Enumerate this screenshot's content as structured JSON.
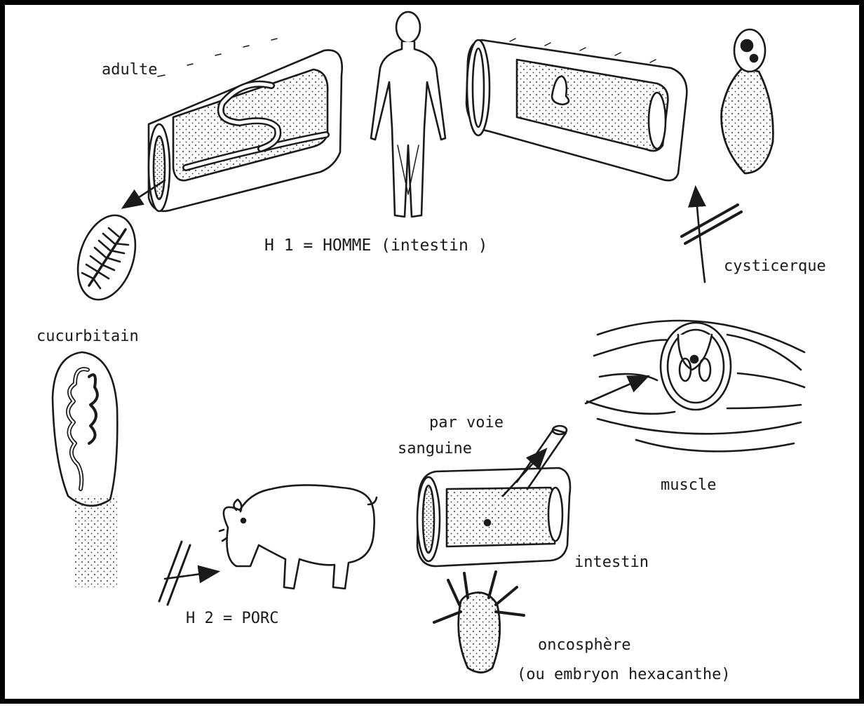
{
  "labels": {
    "adult": "adulte",
    "host1": "H 1 = HOMME (intestin )",
    "cysticercus": "cysticerque",
    "proglottid": "cucurbitain",
    "muscle": "muscle",
    "blood_route_1": "par voie",
    "blood_route_2": "sanguine",
    "intestine": "intestin",
    "host2": "H 2 = PORC",
    "oncosphere_1": "oncosphère",
    "oncosphere_2": "(ou embryon hexacanthe)"
  },
  "caption": "",
  "colors": {
    "ink": "#1a1a1a",
    "paper": "#ffffff",
    "frame": "#000000"
  }
}
